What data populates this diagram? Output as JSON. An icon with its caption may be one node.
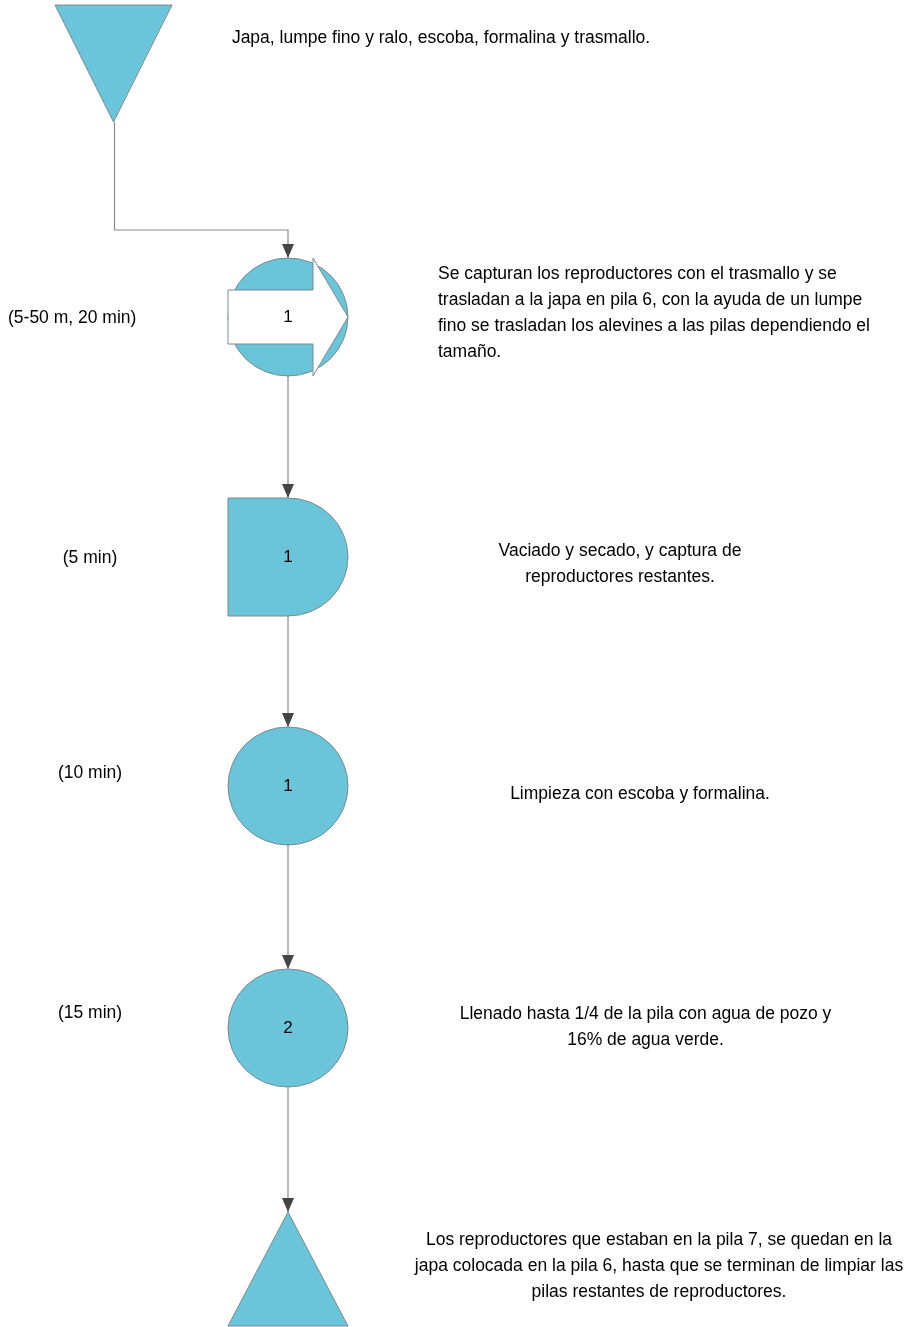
{
  "diagram": {
    "nodes": [
      {
        "text": [],
        "shape": "triangle",
        "beside": [
          "Japa, lumpe fino y ralo, escoba, formalina y trasmallo."
        ]
      },
      {
        "text": [
          "1"
        ]
      },
      {
        "text": [
          "1"
        ]
      },
      {
        "text": [
          "1"
        ]
      },
      {
        "text": [
          "2"
        ]
      },
      {
        "text": [],
        "shape": "triangle",
        "beside": [
          "Los reproductores que estaban en la pila 7, se quedan en la japa colocada en la pila 6, hasta que se terminan de limpiar las pilas restantes de reproductores."
        ]
      }
    ],
    "edges": [
      {
        "from": 0,
        "to": 1,
        "arrow": "to"
      },
      {
        "from": 1,
        "to": 2,
        "arrow": "to"
      },
      {
        "from": 2,
        "to": 3,
        "arrow": "to"
      },
      {
        "from": 3,
        "to": 4,
        "arrow": "to"
      },
      {
        "from": 4,
        "to": 5,
        "arrow": "to"
      }
    ],
    "labels": [
      "(5-50 m, 20 min)",
      "Se capturan los reproductores con el trasmallo y se trasladan a la japa en pila 6, con la ayuda de un lumpe fino se trasladan los alevines a las pilas dependiendo el tamaño.",
      "(5 min)",
      "Vaciado y secado, y captura de reproductores restantes.",
      "(10 min)",
      "Limpieza con escoba y formalina.",
      "(15 min)",
      "Llenado hasta 1/4 de la pila con agua de pozo y 16% de agua verde."
    ]
  }
}
